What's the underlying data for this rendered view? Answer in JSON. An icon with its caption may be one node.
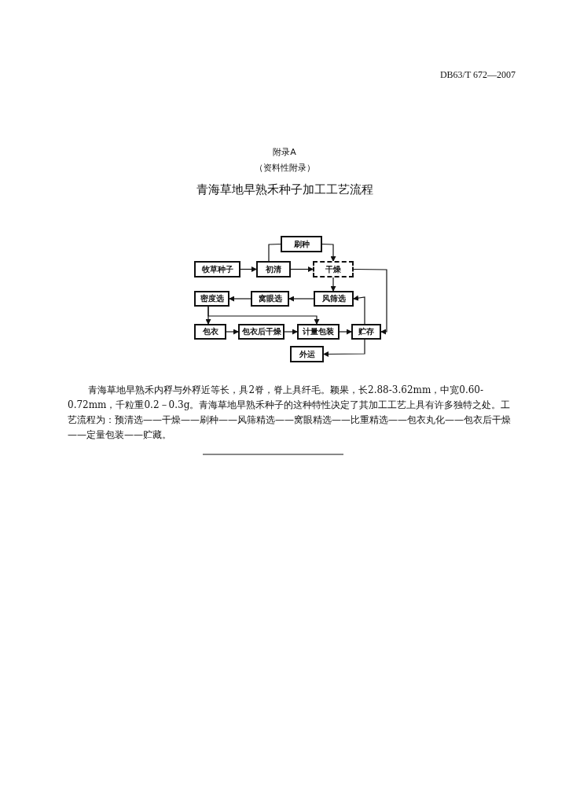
{
  "diagram": {
    "title": "青海草地早熟禾种子加工工艺流程",
    "nodes": [
      {
        "text": [
          "刷种"
        ]
      },
      {
        "text": [
          "牧草种子"
        ]
      },
      {
        "text": [
          "初清"
        ]
      },
      {
        "text": [
          "干燥"
        ]
      },
      {
        "text": [
          "密度选"
        ]
      },
      {
        "text": [
          "窝眼选"
        ]
      },
      {
        "text": [
          "风筛选"
        ]
      },
      {
        "text": [
          "包衣"
        ]
      },
      {
        "text": [
          "包衣后干燥"
        ]
      },
      {
        "text": [
          "计量包装"
        ]
      },
      {
        "text": [
          "贮存"
        ]
      },
      {
        "text": [
          "外运"
        ]
      }
    ],
    "edges": [
      {
        "from": 1,
        "to": 2,
        "arrow": "to"
      },
      {
        "from": 2,
        "to": 3,
        "arrow": "to"
      },
      {
        "from": 2,
        "to": 0,
        "arrow": "none"
      },
      {
        "from": 0,
        "to": 3,
        "arrow": "to"
      },
      {
        "from": 3,
        "to": 6,
        "arrow": "to"
      },
      {
        "from": 3,
        "to": 10,
        "arrow": "to"
      },
      {
        "from": 6,
        "to": 5,
        "arrow": "to"
      },
      {
        "from": 5,
        "to": 4,
        "arrow": "to"
      },
      {
        "from": 4,
        "to": 7,
        "arrow": "to"
      },
      {
        "from": 4,
        "to": 9,
        "arrow": "to"
      },
      {
        "from": 7,
        "to": 8,
        "arrow": "to"
      },
      {
        "from": 8,
        "to": 9,
        "arrow": "to"
      },
      {
        "from": 9,
        "to": 10,
        "arrow": "to"
      },
      {
        "from": 10,
        "to": 6,
        "arrow": "to"
      },
      {
        "from": 10,
        "to": 11,
        "arrow": "to"
      }
    ],
    "labels": [
      "DB63/T 672—2007",
      "附录A",
      "（资料性附录）",
      "青海草地早熟禾内稃与外稃近等长，具2脊，脊上具纤毛。颖果，长2.88-3.62mm，中宽0.60-0.72mm，千粒重0.2－0.3g。青海草地早熟禾种子的这种特性决定了其加工工艺上具有许多独特之处。工艺流程为：预清选——干燥——刷种——风筛精选——窝眼精选——比重精选——包衣丸化——包衣后干燥——定量包装——贮藏。"
    ]
  }
}
